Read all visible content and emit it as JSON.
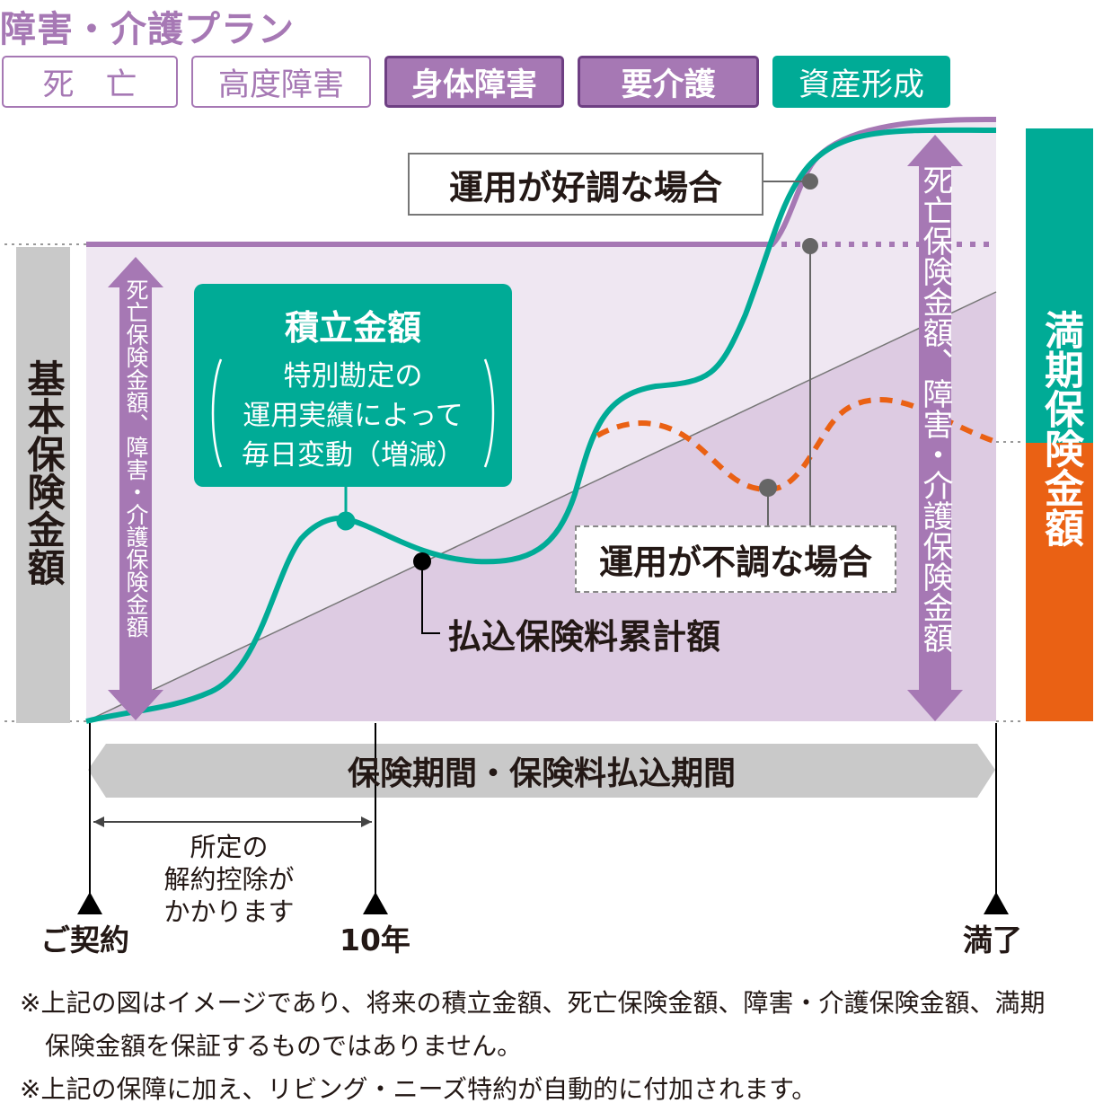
{
  "title": "障害・介護プラン",
  "tags": [
    {
      "label": "死　亡",
      "state": "inactive"
    },
    {
      "label": "高度障害",
      "state": "inactive"
    },
    {
      "label": "身体障害",
      "state": "active"
    },
    {
      "label": "要介護",
      "state": "active"
    },
    {
      "label": "資産形成",
      "state": "highlight"
    }
  ],
  "labels": {
    "basic_amount": "基本保険金額",
    "death_benefit_left": "死亡保険金額、障害・介護保険金額",
    "death_benefit_right": "死亡保険金額、障害・介護保険金額",
    "maturity_amount": "満期保険金額",
    "accumulated_title": "積立金額",
    "accumulated_desc": [
      "特別勘定の",
      "運用実績によって",
      "毎日変動（増減）"
    ],
    "good_case": "運用が好調な場合",
    "bad_case": "運用が不調な場合",
    "premium_total": "払込保険料累計額",
    "period": "保険期間・保険料払込期間",
    "surrender": [
      "所定の",
      "解約控除が",
      "かかります"
    ],
    "contract": "ご契約",
    "year10": "10年",
    "maturity": "満了"
  },
  "notes": [
    "※上記の図はイメージであり、将来の積立金額、死亡保険金額、障害・介護保険金額、満期",
    "　保険金額を保証するものではありません。",
    "※上記の保障に加え、リビング・ニーズ特約が自動的に付加されます。"
  ],
  "colors": {
    "purple": "#a678b4",
    "purple_dark": "#6e3f83",
    "green": "#00ab96",
    "orange": "#ea6114",
    "gray": "#c9c9c9",
    "area_light": "#efe7f2",
    "area_dark": "#ddcbe2"
  }
}
